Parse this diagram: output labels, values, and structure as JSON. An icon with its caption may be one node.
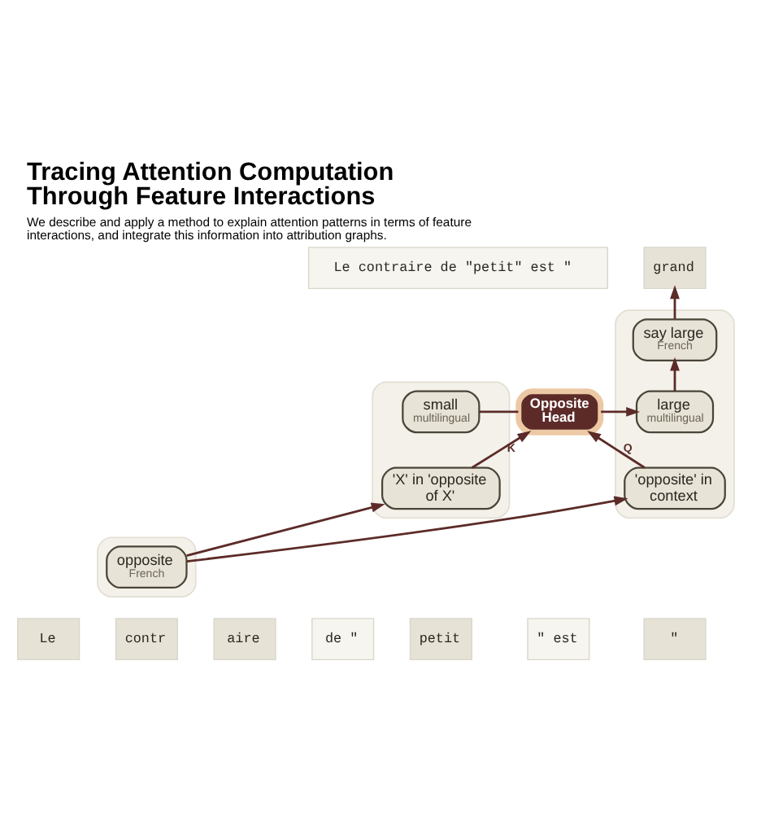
{
  "diagram": {
    "title": "Tracing Attention Computation Through Feature Interactions",
    "caption": "We describe and apply a method to explain attention patterns in terms of feature interactions, and integrate this information into attribution graphs.",
    "nodes": [
      {
        "text": [
          "Le contraire de \"petit\" est \""
        ]
      },
      {
        "text": [
          "grand"
        ]
      },
      {
        "text": [],
        "shape": "box"
      },
      {
        "text": [
          "say large",
          "French"
        ],
        "in": 2
      },
      {
        "text": [],
        "shape": "box"
      },
      {
        "text": [
          "small",
          "multilingual"
        ],
        "in": 4
      },
      {
        "text": [
          "Opposite Head"
        ]
      },
      {
        "text": [
          "large",
          "multilingual"
        ],
        "in": 2
      },
      {
        "text": [
          "'X' in 'opposite of X'"
        ],
        "in": 4
      },
      {
        "text": [
          "'opposite' in context"
        ],
        "in": 2
      },
      {
        "text": [],
        "shape": "box"
      },
      {
        "text": [
          "opposite",
          "French"
        ],
        "in": 10
      },
      {
        "text": [
          "Le"
        ]
      },
      {
        "text": [
          "contr"
        ]
      },
      {
        "text": [
          "aire"
        ]
      },
      {
        "text": [
          "de \""
        ]
      },
      {
        "text": [
          "petit"
        ]
      },
      {
        "text": [
          "\" est"
        ]
      },
      {
        "text": [
          "\""
        ]
      }
    ],
    "edges": [
      {
        "from": 5,
        "to": 6,
        "arrow": "none"
      },
      {
        "from": 6,
        "to": 7,
        "arrow": "to"
      },
      {
        "from": 8,
        "to": 6,
        "arrow": "to",
        "label": "K"
      },
      {
        "from": 9,
        "to": 6,
        "arrow": "to",
        "label": "Q"
      },
      {
        "from": 7,
        "to": 3,
        "arrow": "to"
      },
      {
        "from": 3,
        "to": 1,
        "arrow": "to"
      },
      {
        "from": 11,
        "to": 8,
        "arrow": "to"
      },
      {
        "from": 11,
        "to": 9,
        "arrow": "to"
      }
    ]
  }
}
